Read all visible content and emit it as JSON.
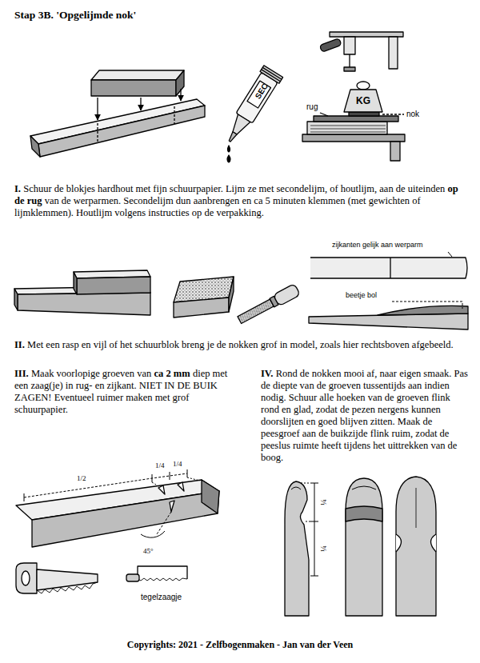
{
  "diagram": {
    "title": "Stap 3B. 'Opgelijmde nok'",
    "caption": "Copyrights: 2021 - Zelfbogenmaken - Jan van der Veen",
    "labels": [
      "SEC",
      "KG",
      "rug",
      "nok",
      "I.",
      "Schuur de blokjes hardhout met fijn schuurpapier. Lijm ze met secondelijm, of houtlijm, aan de uiteinden",
      "op de rug",
      "van de werparmen. Secondelijm dun aanbrengen en ca 5 minuten klemmen (met gewichten of lijmklemmen). Houtlijm volgens instructies op de verpakking.",
      "zijkanten gelijk aan werparm",
      "beetje bol",
      "II.",
      "Met een rasp en vijl of het schuurblok breng je de nokken grof in model, zoals hier rechtsboven afgebeeld.",
      "III.",
      "Maak voorlopige groeven van",
      "ca 2 mm",
      "diep met een zaag(je) in rug- en zijkant. NIET IN DE BUIK ZAGEN! Eventueel ruimer maken met grof schuurpapier.",
      "IV.",
      "Rond de nokken mooi af, naar eigen smaak. Pas de diepte van de groeven tussentijds aan indien nodig. Schuur alle hoeken van de groeven flink rond en glad, zodat de pezen nergens kunnen doorslijten en goed blijven zitten. Maak de peesgroef aan de buikzijde flink ruim, zodat de peeslus ruimte heeft tijdens het uittrekken van de boog.",
      "1/2",
      "1/4",
      "1/4",
      "45°",
      "¼",
      "¼",
      "tegelzaagje"
    ]
  }
}
